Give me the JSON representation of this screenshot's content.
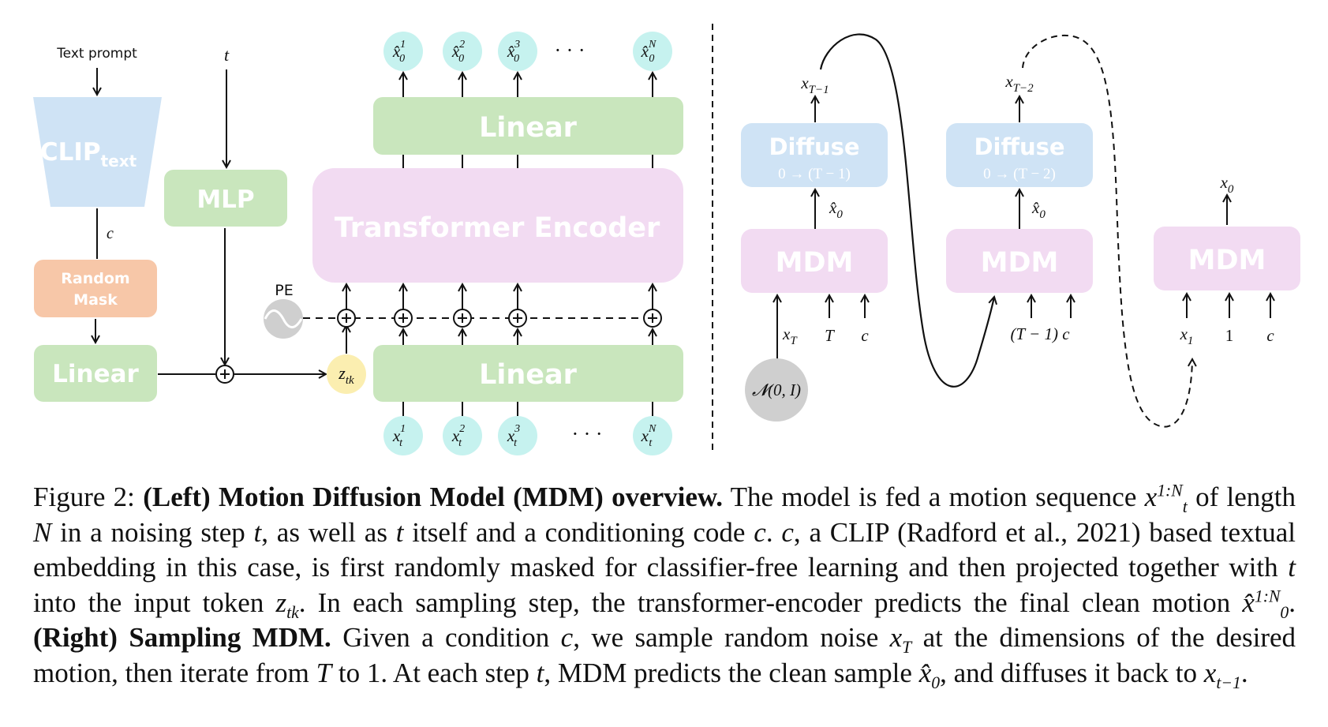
{
  "left_diagram": {
    "text_prompt": "Text prompt",
    "clip_label": "CLIP",
    "clip_sub": "text",
    "c_label": "c",
    "random_mask_line1": "Random",
    "random_mask_line2": "Mask",
    "linear_left": "Linear",
    "t_label": "t",
    "mlp_label": "MLP",
    "ztk_label": "z",
    "ztk_sub": "tk",
    "pe_label": "PE",
    "transformer_label": "Transformer Encoder",
    "linear_top": "Linear",
    "linear_bottom": "Linear",
    "dots": "· · ·",
    "outputs": [
      {
        "base": "x̂",
        "sup": "1",
        "sub": "0"
      },
      {
        "base": "x̂",
        "sup": "2",
        "sub": "0"
      },
      {
        "base": "x̂",
        "sup": "3",
        "sub": "0"
      },
      {
        "base": "x̂",
        "sup": "N",
        "sub": "0"
      }
    ],
    "inputs": [
      {
        "base": "x",
        "sup": "1",
        "sub": "t"
      },
      {
        "base": "x",
        "sup": "2",
        "sub": "t"
      },
      {
        "base": "x",
        "sup": "3",
        "sub": "t"
      },
      {
        "base": "x",
        "sup": "N",
        "sub": "t"
      }
    ]
  },
  "right_diagram": {
    "colA": {
      "top_label_base": "x",
      "top_label_sub": "T−1",
      "diffuse_title": "Diffuse",
      "diffuse_sub": "0 → (T − 1)",
      "x0hat": "x̂",
      "x0hat_sub": "0",
      "mdm": "MDM",
      "in1_base": "x",
      "in1_sub": "T",
      "in2": "T",
      "in3": "c",
      "noise_label": "𝓝(0, I)"
    },
    "colB": {
      "top_label_base": "x",
      "top_label_sub": "T−2",
      "diffuse_title": "Diffuse",
      "diffuse_sub": "0 → (T − 2)",
      "x0hat": "x̂",
      "x0hat_sub": "0",
      "mdm": "MDM",
      "in_label": "(T − 1) c"
    },
    "colC": {
      "top_label_base": "x",
      "top_label_sub": "0",
      "mdm": "MDM",
      "in1_base": "x",
      "in1_sub": "1",
      "in2": "1",
      "in3": "c"
    }
  },
  "caption": {
    "fig_label": "Figure 2: ",
    "bold_left": "(Left) Motion Diffusion Model (MDM) overview.",
    "s1": " The model is fed a motion sequence ",
    "s2": " of length ",
    "s3": " in a noising step ",
    "s4": ", as well as ",
    "s5": " itself and a conditioning code ",
    "s6": ". ",
    "s7": ", a CLIP (Radford et al., 2021) based textual embedding in this case, is first randomly masked for classifier-free learning and then projected together with ",
    "s8": " into the input token ",
    "s9": ". In each sampling step, the transformer-encoder predicts the final clean motion ",
    "s10": ". ",
    "bold_right": "(Right) Sampling MDM.",
    "s11": " Given a condition ",
    "s12": ", we sample random noise ",
    "s13": " at the dimensions of the desired motion, then iterate from ",
    "s14": " to 1. At each step ",
    "s15": ", MDM predicts the clean sample ",
    "s16": ", and diffuses it back to ",
    "s17": ".",
    "m_x": "x",
    "m_t": "t",
    "m_1N": "1:N",
    "m_N": "N",
    "m_c": "c",
    "m_z": "z",
    "m_tk": "tk",
    "m_xhat": "x̂",
    "m_0": "0",
    "m_T": "T",
    "m_tm1": "t−1"
  },
  "colors": {
    "green": "#c9e6bd",
    "pink": "#f2dbf2",
    "blue": "#cfe3f5",
    "cyan": "#c6f2ef",
    "orange": "#f7c7a8",
    "yellow": "#fbeeb0",
    "gray": "#cfcfcf"
  }
}
